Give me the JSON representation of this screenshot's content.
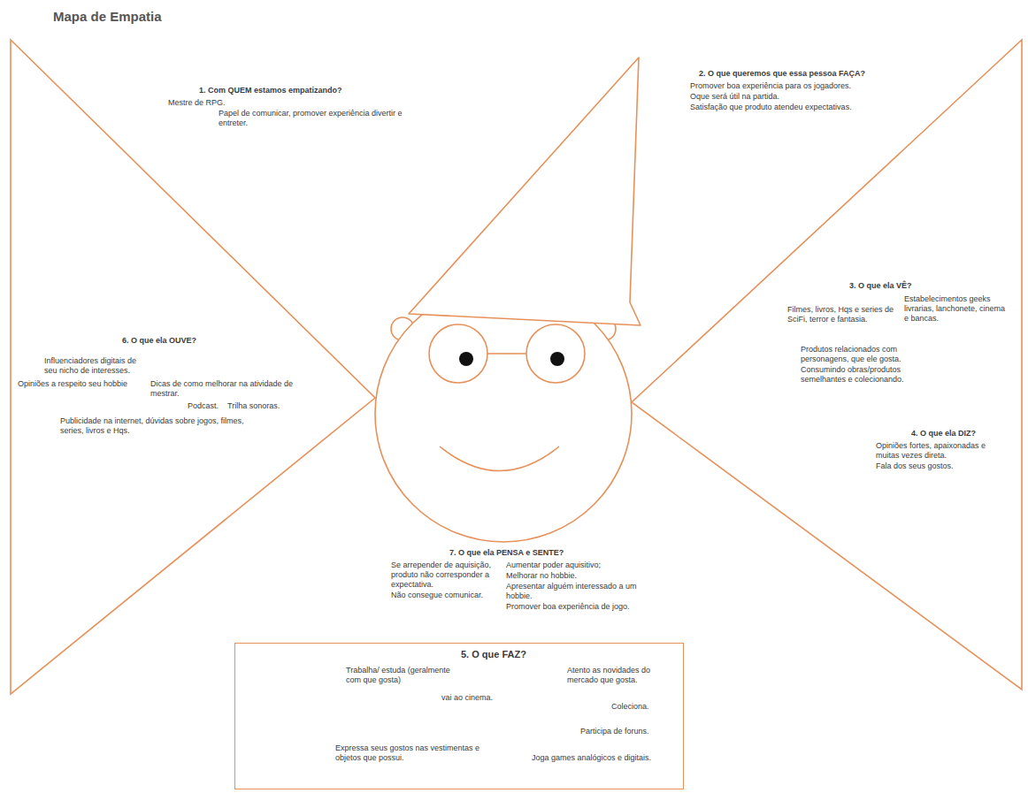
{
  "diagram": {
    "title": "Mapa de Empatia",
    "nodes": [
      {
        "text": [
          "3. O que ela VÊ?",
          "Filmes, livros, Hqs e series de SciFi, terror e fantasia.",
          "Estabelecimentos geeks livrarias, lanchonete, cinema e bancas.",
          "Produtos relacionados com personagens, que ele gosta.",
          "Consumindo obras/produtos semelhantes e colecionando.",
          "4. O que ela DIZ?",
          "Opiniões fortes, apaixonadas e muitas vezes direta.",
          "Fala dos seus gostos."
        ]
      },
      {
        "text": [
          "5. O que FAZ?",
          "Trabalha/ estuda (geralmente com que gosta)",
          "vai ao cinema.",
          "Atento as novidades do mercado que gosta.",
          "Coleciona.",
          "Participa de foruns.",
          "Expressa seus gostos nas vestimentas e objetos que possui.",
          "Joga games analógicos e digitais."
        ]
      },
      {
        "text": [
          "6. O que ela OUVE?",
          "Influenciadores digitais de seu nicho de interesses.",
          "Dicas de como melhorar na atividade de mestrar.",
          "Opiniões a respeito seu hobbie",
          "Podcast.",
          "Trilha sonoras.",
          "Publicidade na internet, dúvidas sobre jogos, filmes, series, livros e Hqs."
        ]
      }
    ],
    "labels": [
      "1. Com QUEM estamos empatizando?",
      "Mestre de RPG.",
      "Papel de comunicar, promover experiência divertir e entreter.",
      "2. O que queremos que essa pessoa FAÇA?",
      "Promover boa experiência para os jogadores.",
      "Oque será útil na partida.",
      "Satisfação que produto atendeu expectativas.",
      "7. O que ela PENSA e SENTE?",
      "Se arrepender de aquisição, produto não corresponder a expectativa.",
      "Não consegue comunicar.",
      "Aumentar poder aquisitivo;",
      "Melhorar no hobbie.",
      "Apresentar alguém interessado a um hobbie.",
      "Promover boa experiência de jogo."
    ]
  }
}
